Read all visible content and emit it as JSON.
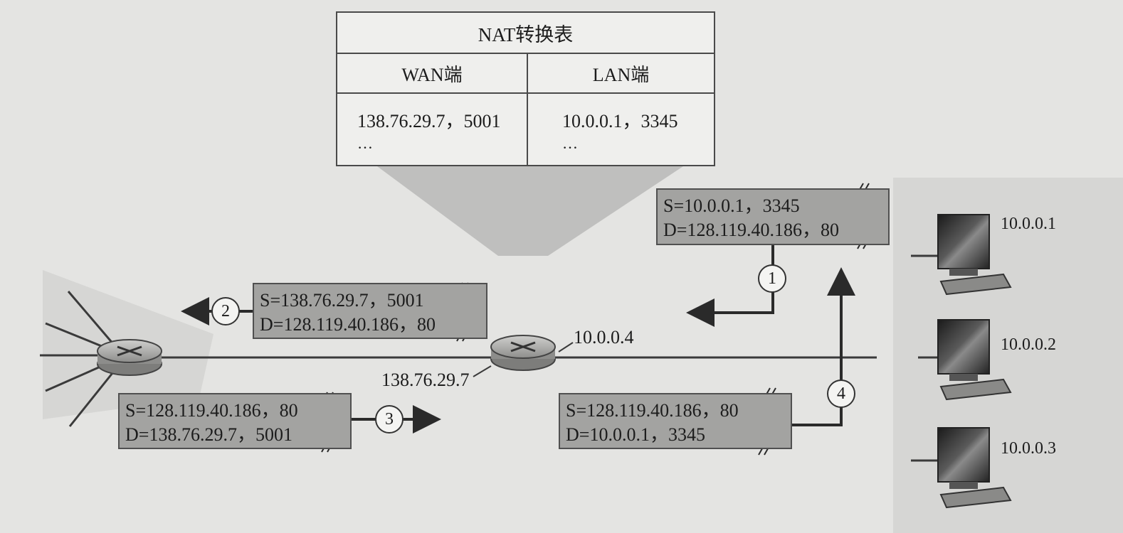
{
  "nat_table": {
    "title": "NAT转换表",
    "wan_header": "WAN端",
    "lan_header": "LAN端",
    "wan_value": "138.76.29.7，5001",
    "lan_value": "10.0.0.1，3345",
    "wan_more": "…",
    "lan_more": "…"
  },
  "packets": {
    "p1": {
      "source": "S=10.0.0.1，3345",
      "dest": "D=128.119.40.186，80"
    },
    "p2": {
      "source": "S=138.76.29.7，5001",
      "dest": "D=128.119.40.186，80"
    },
    "p3": {
      "source": "S=128.119.40.186，80",
      "dest": "D=138.76.29.7，5001"
    },
    "p4": {
      "source": "S=128.119.40.186，80",
      "dest": "D=10.0.0.1，3345"
    }
  },
  "steps": {
    "s1": "1",
    "s2": "2",
    "s3": "3",
    "s4": "4"
  },
  "nat_router": {
    "lan_ip": "10.0.0.4",
    "wan_ip": "138.76.29.7"
  },
  "hosts": [
    {
      "ip": "10.0.0.1"
    },
    {
      "ip": "10.0.0.2"
    },
    {
      "ip": "10.0.0.3"
    }
  ]
}
